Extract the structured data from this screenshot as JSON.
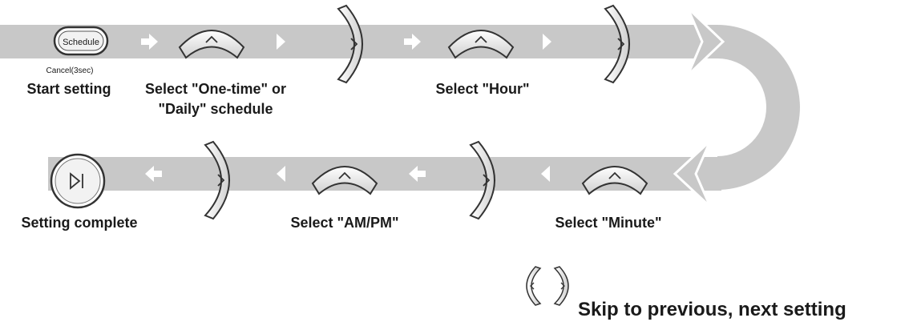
{
  "schedule_button_label": "Schedule",
  "cancel_note": "Cancel(3sec)",
  "steps": {
    "start": "Start setting",
    "mode_line1": "Select \"One-time\" or",
    "mode_line2": "\"Daily\" schedule",
    "hour": "Select \"Hour\"",
    "minute": "Select \"Minute\"",
    "ampm": "Select \"AM/PM\"",
    "complete": "Setting complete"
  },
  "legend": {
    "text": "Skip to previous, next setting",
    "icons": [
      "chevron-left-icon",
      "chevron-right-icon"
    ]
  },
  "icons": {
    "up_key": "up-arrow-key-icon",
    "right_key": "right-chevron-key-icon",
    "complete_button": "play-pause-icon",
    "flow_arrows": "arrow-icon"
  },
  "colors": {
    "track": "#c8c8c8",
    "track_arrows": "#ffffff",
    "key_fill": "#eeeeee",
    "key_stroke": "#333333",
    "text": "#1a1a1a"
  }
}
